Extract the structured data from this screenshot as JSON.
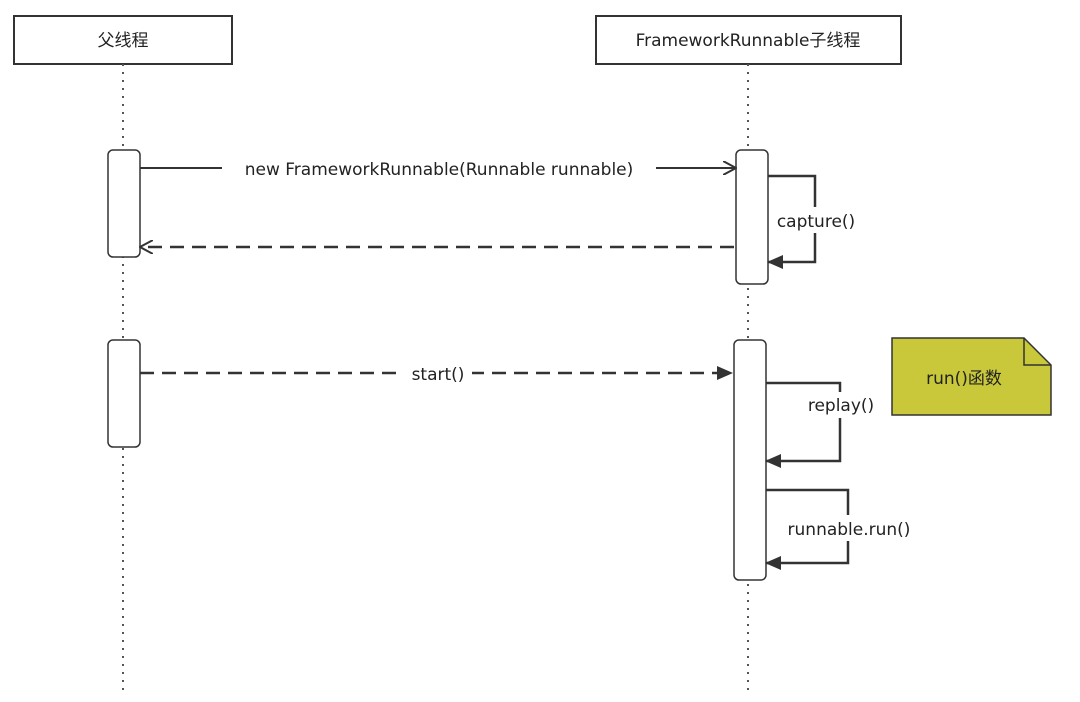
{
  "participants": {
    "parent": "父线程",
    "child": "FrameworkRunnable子线程"
  },
  "messages": {
    "create": "new FrameworkRunnable(Runnable runnable)",
    "capture": "capture()",
    "start": "start()",
    "replay": "replay()",
    "run": "runnable.run()"
  },
  "note": {
    "text": "run()函数",
    "color": "#c8c83a"
  }
}
